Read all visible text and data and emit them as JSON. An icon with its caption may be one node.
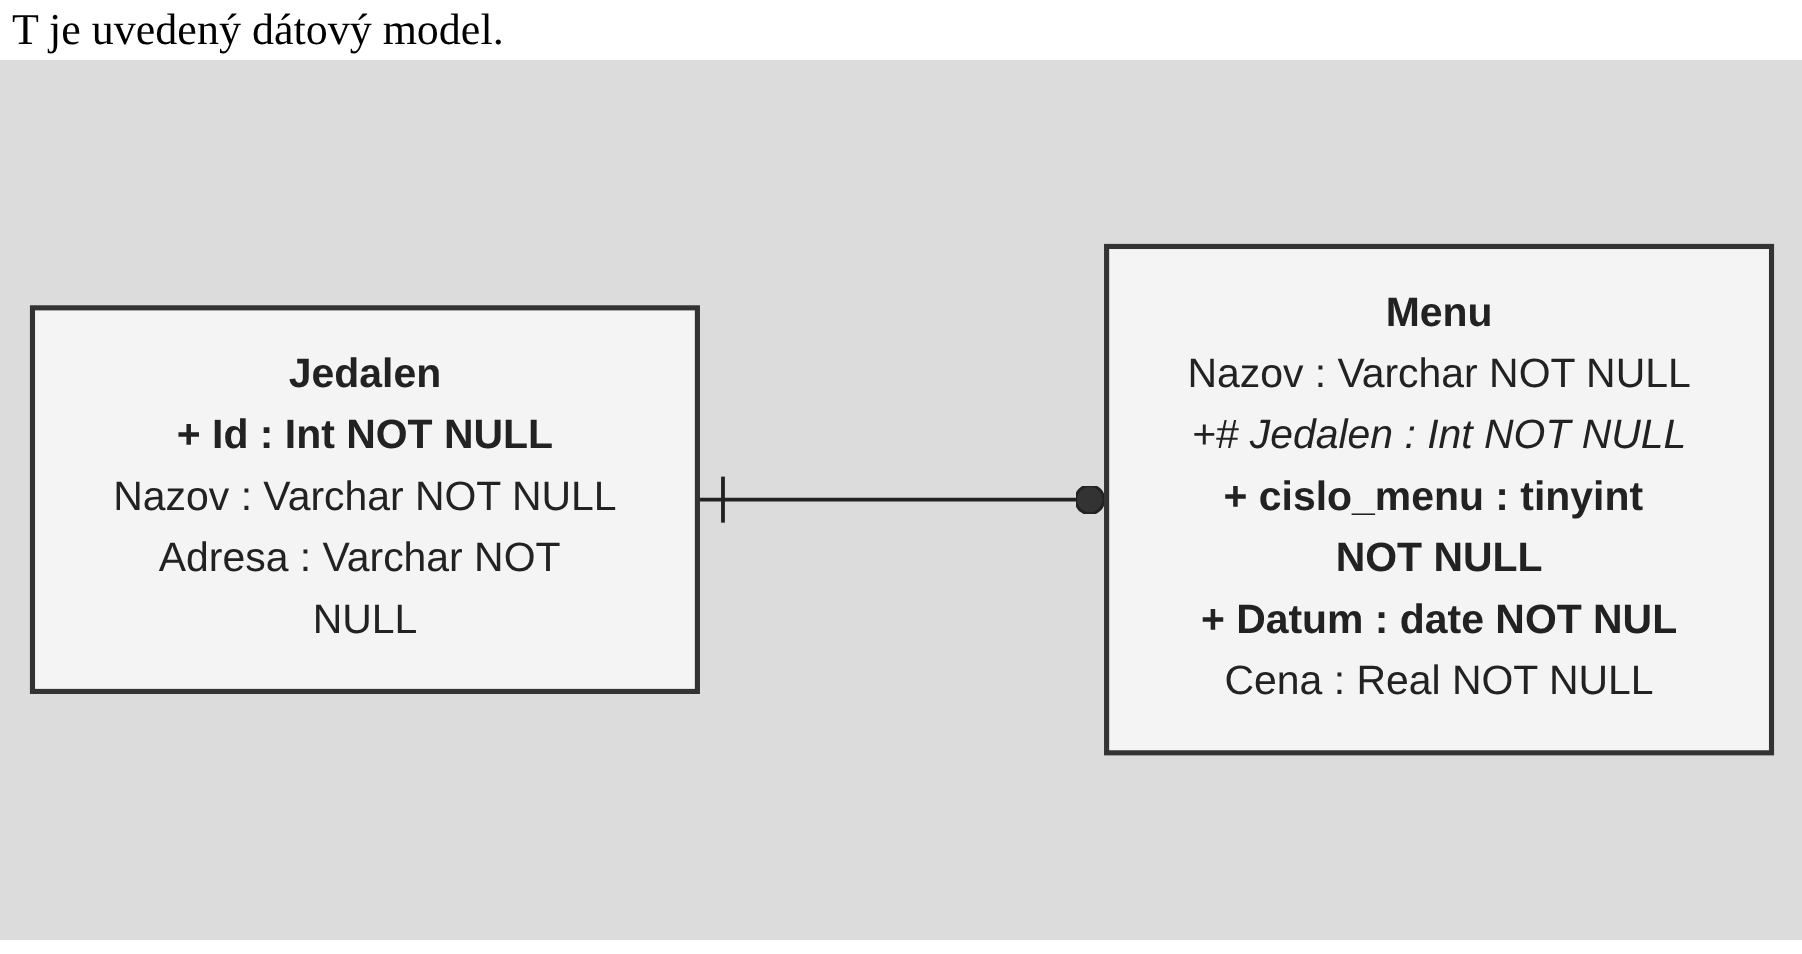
{
  "diagram": {
    "nodes": [
      {
        "text": [
          "Jedalen",
          "+ Id : Int NOT NULL",
          "Nazov : Varchar NOT NULL",
          "Adresa : Varchar NOT NULL"
        ]
      },
      {
        "text": [
          "Menu",
          "Nazov : Varchar NOT NULL",
          "+# Jedalen : Int NOT NULL",
          "+ cislo_menu : tinyint NOT NULL",
          "+ Datum : date NOT NUL",
          "Cena : Real NOT NULL"
        ]
      }
    ],
    "edges": [
      {
        "from": 0,
        "to": 1,
        "arrow": "other"
      }
    ],
    "labels": [
      "T je uvedený dátový model."
    ]
  }
}
